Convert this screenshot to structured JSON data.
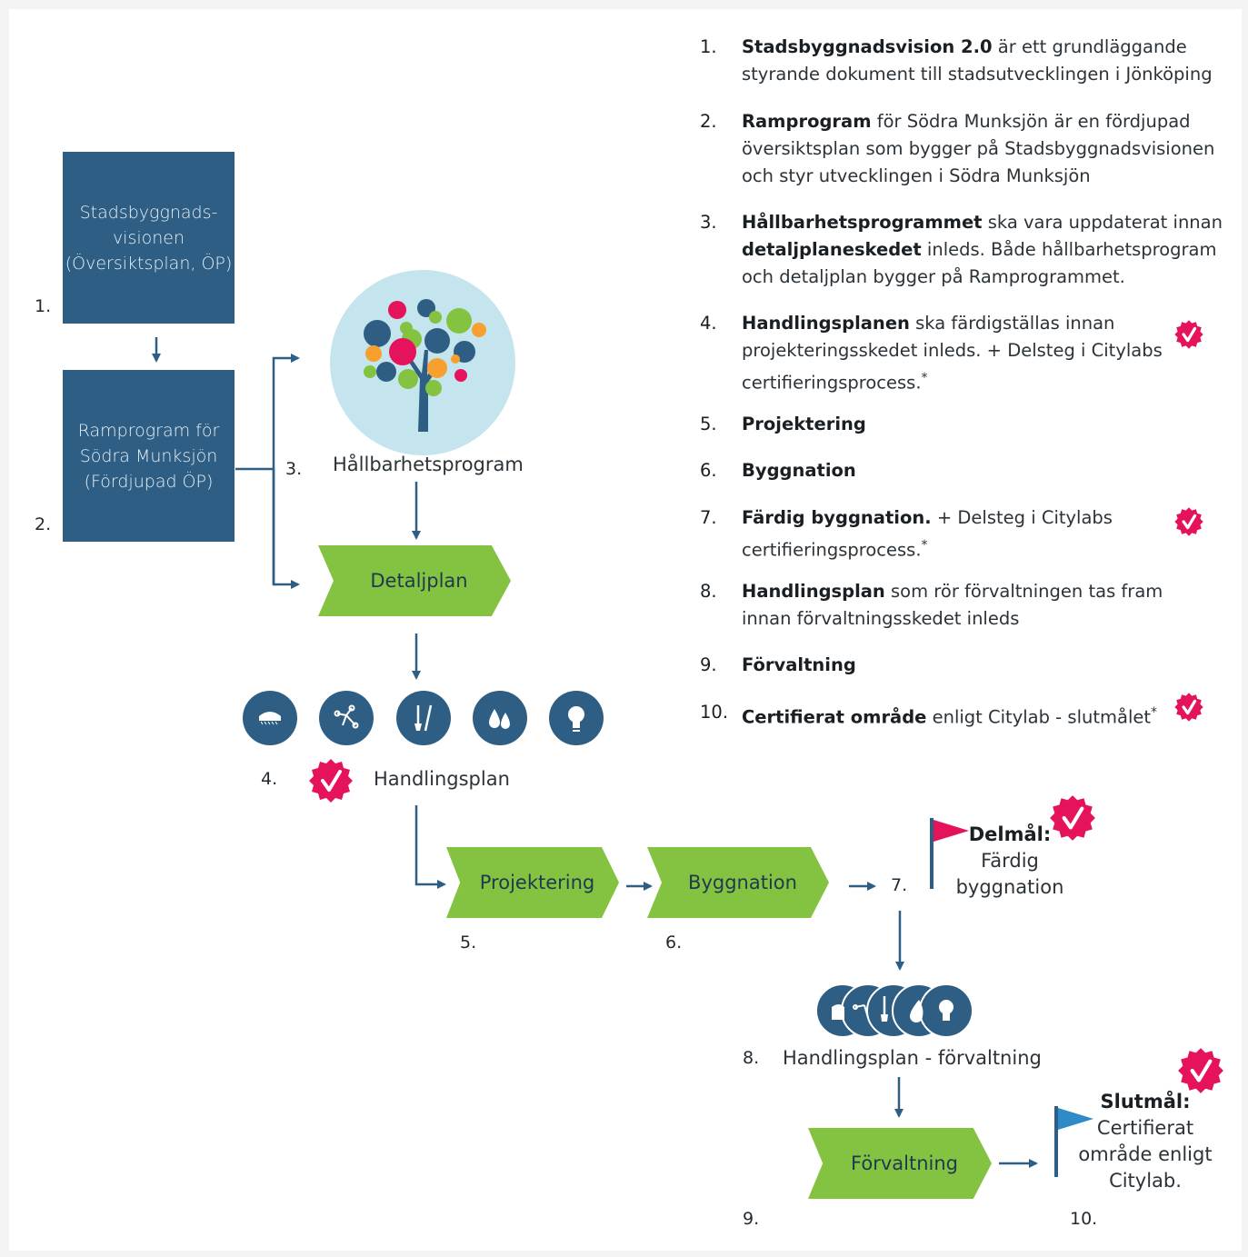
{
  "colors": {
    "blue": "#2e5e83",
    "green": "#83c341",
    "pink": "#e5135c",
    "flag_pink": "#e5135c",
    "flag_blue": "#2e8bc7",
    "tree_bg": "#c4e4ee"
  },
  "flow": {
    "box1": {
      "lines": [
        "Stadsbyggnads-",
        "visionen",
        "(Översiktsplan, ÖP)"
      ],
      "num": "1."
    },
    "box2": {
      "lines": [
        "Ramprogram för",
        "Södra Munksjön",
        "(Fördjupad ÖP)"
      ],
      "num": "2."
    },
    "hallbarhet": {
      "num": "3.",
      "label": "Hållbarhetsprogram"
    },
    "detaljplan": {
      "label": "Detaljplan"
    },
    "handlingsplan": {
      "num": "4.",
      "label": "Handlingsplan",
      "icons": [
        "warehouse-icon",
        "network-icon",
        "tools-icon",
        "drops-icon",
        "bulb-icon"
      ]
    },
    "projektering": {
      "label": "Projektering",
      "num": "5."
    },
    "byggnation": {
      "label": "Byggnation",
      "num": "6."
    },
    "delmal": {
      "num": "7.",
      "title": "Delmål:",
      "lines": [
        "Färdig",
        "byggnation"
      ]
    },
    "handlingsplan_forv": {
      "num": "8.",
      "label": "Handlingsplan - förvaltning"
    },
    "forvaltning": {
      "label": "Förvaltning",
      "num": "9."
    },
    "slutmal": {
      "num": "10.",
      "title": "Slutmål:",
      "lines": [
        "Certifierat",
        "område enligt",
        "Citylab."
      ]
    }
  },
  "list": [
    {
      "n": "1.",
      "bold": "Stadsbyggnadsvision 2.0",
      "rest": " är ett grundläggande styrande dokument till stadsutvecklingen i Jönköping"
    },
    {
      "n": "2.",
      "bold": "Ramprogram",
      "rest": " för Södra Munksjön är en fördjupad översiktsplan som bygger på Stadsbyggnadsvisionen och styr utvecklingen i Södra Munksjön"
    },
    {
      "n": "3.",
      "bold": "Hållbarhetsprogrammet",
      "rest": " ska vara uppdaterat innan ",
      "bold2": "detaljplaneskedet",
      "rest2": " inleds. Både hållbarhetsprogram och detaljplan bygger på Ramprogrammet."
    },
    {
      "n": "4.",
      "bold": "Handlingsplanen",
      "rest": " ska färdigställas innan projekteringsskedet inleds. + Delsteg i Citylabs certifieringsprocess.",
      "star": "*"
    },
    {
      "n": "5.",
      "bold": "Projektering",
      "rest": ""
    },
    {
      "n": "6.",
      "bold": "Byggnation",
      "rest": ""
    },
    {
      "n": "7.",
      "bold": "Färdig byggnation.",
      "rest": " + Delsteg i Citylabs certifieringsprocess.",
      "star": "*"
    },
    {
      "n": "8.",
      "bold": "Handlingsplan",
      "rest": " som rör förvaltningen tas fram innan förvaltningsskedet inleds"
    },
    {
      "n": "9.",
      "bold": "Förvaltning",
      "rest": ""
    },
    {
      "n": "10.",
      "bold": "Certifierat område",
      "rest": " enligt Citylab - slutmålet",
      "star": "*"
    }
  ]
}
